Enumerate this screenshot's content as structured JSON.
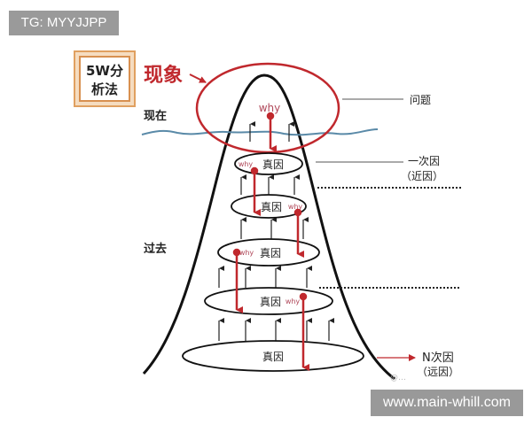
{
  "tag_label": "TG: MYYJJPP",
  "watermark": "www.main-whill.com",
  "faint_watermark": "@…",
  "diagram": {
    "method_title_line1": "5W分",
    "method_title_line2": "析法",
    "phenomenon": "现象",
    "now": "现在",
    "past": "过去",
    "why": "why",
    "true_cause": "真因",
    "problem": "问题",
    "first_cause": "一次因",
    "first_cause_note": "（近因）",
    "nth_cause": "N次因",
    "nth_cause_note": "（远因）",
    "colors": {
      "red": "#c0282d",
      "box_border": "#e0a060",
      "wave": "#5a8aa8",
      "why_text": "#b0485a"
    }
  }
}
